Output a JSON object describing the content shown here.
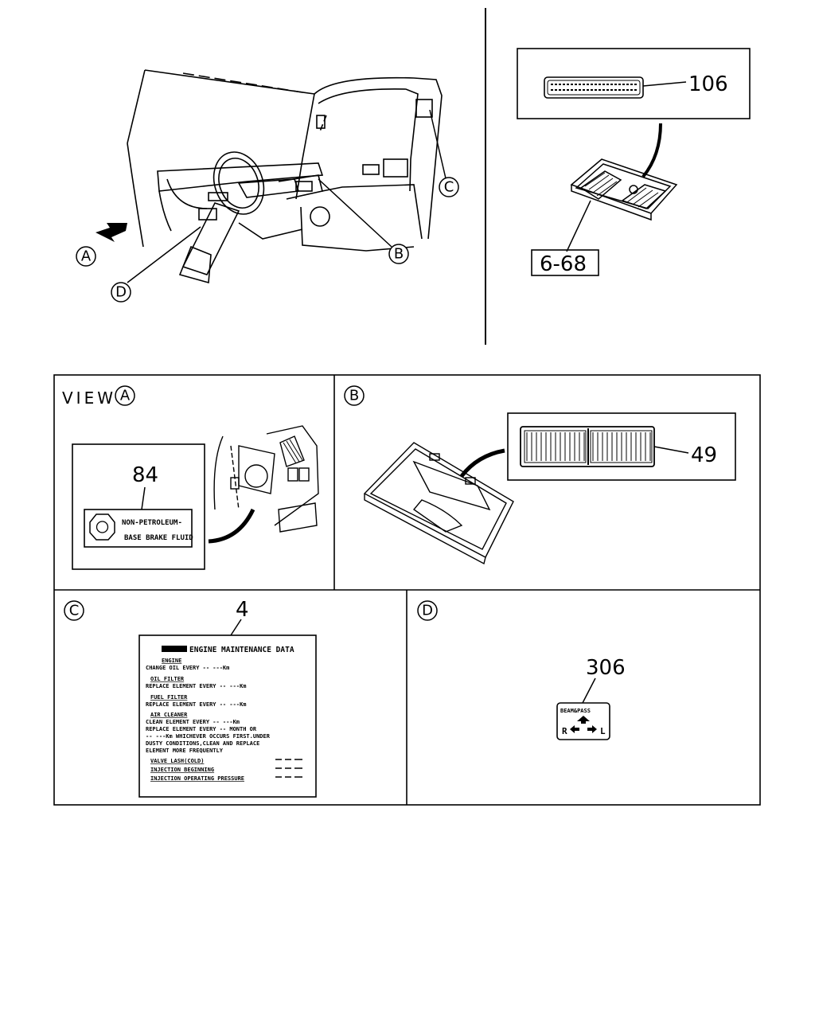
{
  "overview": {
    "markers": {
      "a": "A",
      "b": "B",
      "c": "C",
      "d": "D"
    }
  },
  "dome_light": {
    "label_ref": "106",
    "part_ref": "6-68"
  },
  "view_a": {
    "title_prefix": "VIEW",
    "title_marker": "A",
    "label_ref": "84",
    "label_line1": "NON-PETROLEUM-",
    "label_line2": "BASE BRAKE FLUID"
  },
  "view_b": {
    "marker": "B",
    "label_ref": "49"
  },
  "view_c": {
    "marker": "C",
    "label_ref": "4",
    "sheet": {
      "heading": "ENGINE MAINTENANCE DATA",
      "s1_title": "ENGINE",
      "s1_l1": "CHANGE OIL EVERY -- ---Km",
      "s2_title": "OIL FILTER",
      "s2_l1": "REPLACE ELEMENT EVERY -- ---Km",
      "s3_title": "FUEL FILTER",
      "s3_l1": "REPLACE ELEMENT EVERY -- ---Km",
      "s4_title": "AIR CLEANER",
      "s4_l1": "CLEAN ELEMENT EVERY -- ---Km",
      "s4_l2": "REPLACE ELEMENT EVERY -- MONTH OR",
      "s4_l3": "-- ---Km WHICHEVER OCCURS FIRST.UNDER",
      "s4_l4": "DUSTY CONDITIONS,CLEAN AND REPLACE",
      "s4_l5": "ELEMENT MORE FREQUENTLY",
      "r1": "VALVE LASH(COLD)",
      "r2": "INJECTION BEGINNING",
      "r3": "INJECTION OPERATING PRESSURE"
    }
  },
  "view_d": {
    "marker": "D",
    "label_ref": "306",
    "switch_title": "BEAM&PASS",
    "left": "R",
    "right": "L"
  }
}
